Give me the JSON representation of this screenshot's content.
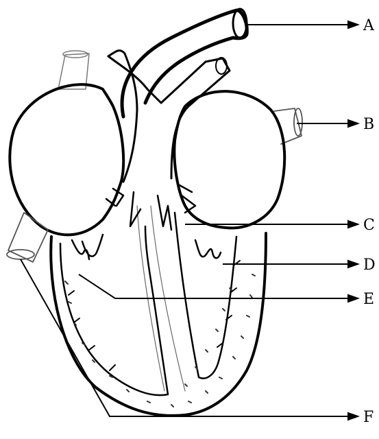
{
  "labels": {
    "a": "A",
    "b": "B",
    "c": "C",
    "d": "D",
    "e": "E",
    "f": "F"
  },
  "colors": {
    "ink": "#000000",
    "paper": "#ffffff",
    "pencil": "#666666"
  }
}
